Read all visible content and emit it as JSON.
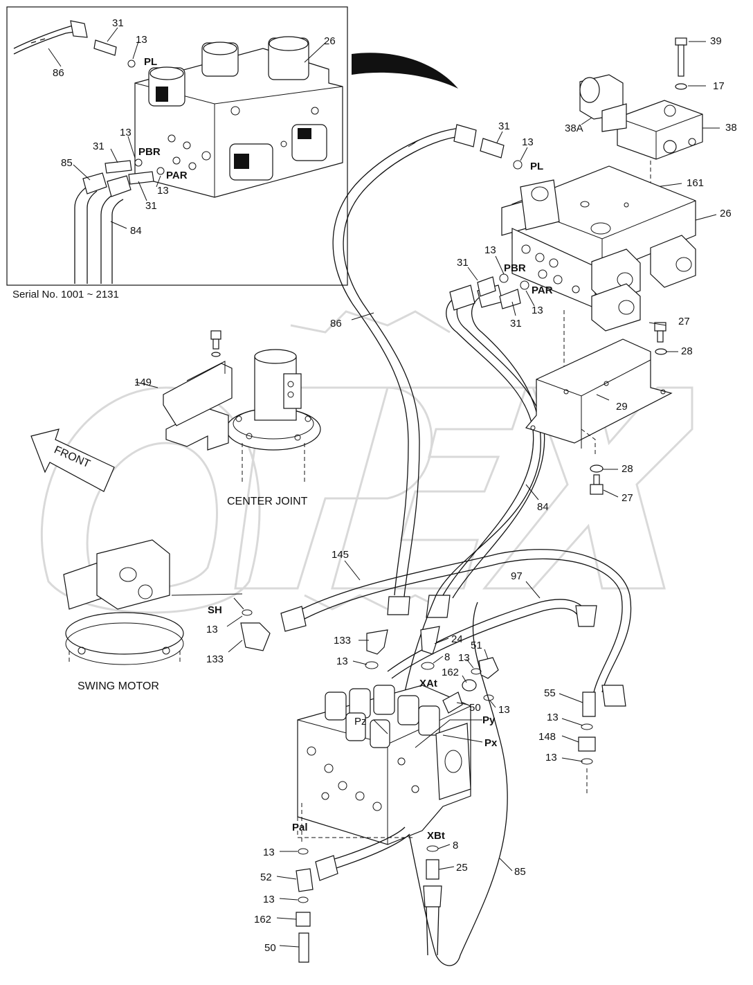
{
  "inset": {
    "serial_note": "Serial No. 1001 ~ 2131"
  },
  "captions": {
    "front": "FRONT",
    "center_joint": "CENTER JOINT",
    "swing_motor": "SWING MOTOR"
  },
  "ports": {
    "pl_inset": "PL",
    "pbr_inset": "PBR",
    "par_inset": "PAR",
    "pl": "PL",
    "pbr": "PBR",
    "par": "PAR",
    "sh": "SH",
    "xat": "XAt",
    "pz": "Pz",
    "py": "Py",
    "px": "Px",
    "pal": "Pal",
    "xbt": "XBt"
  },
  "callouts": {
    "i31a": "31",
    "i13a": "13",
    "i26": "26",
    "i86": "86",
    "i13b": "13",
    "i31b": "31",
    "i85": "85",
    "i13c": "13",
    "i31c": "31",
    "i84": "84",
    "c39": "39",
    "c17": "17",
    "c38a": "38A",
    "c38": "38",
    "c161": "161",
    "c26": "26",
    "c31a": "31",
    "c13a": "13",
    "c13b": "13",
    "c31b": "31",
    "c31c": "31",
    "c13c": "13",
    "c86": "86",
    "c27a": "27",
    "c28a": "28",
    "c29": "29",
    "c149": "149",
    "c28b": "28",
    "c27b": "27",
    "c84": "84",
    "c145": "145",
    "c97": "97",
    "c13d": "13",
    "c133a": "133",
    "c133b": "133",
    "c13e": "13",
    "c24": "24",
    "c8a": "8",
    "c51": "51",
    "c13f": "13",
    "c162a": "162",
    "c50a": "50",
    "c13g": "13",
    "c55": "55",
    "c13h": "13",
    "c148": "148",
    "c13i": "13",
    "c13j": "13",
    "c52": "52",
    "c13k": "13",
    "c162b": "162",
    "c50b": "50",
    "c8b": "8",
    "c25": "25",
    "c85": "85"
  }
}
